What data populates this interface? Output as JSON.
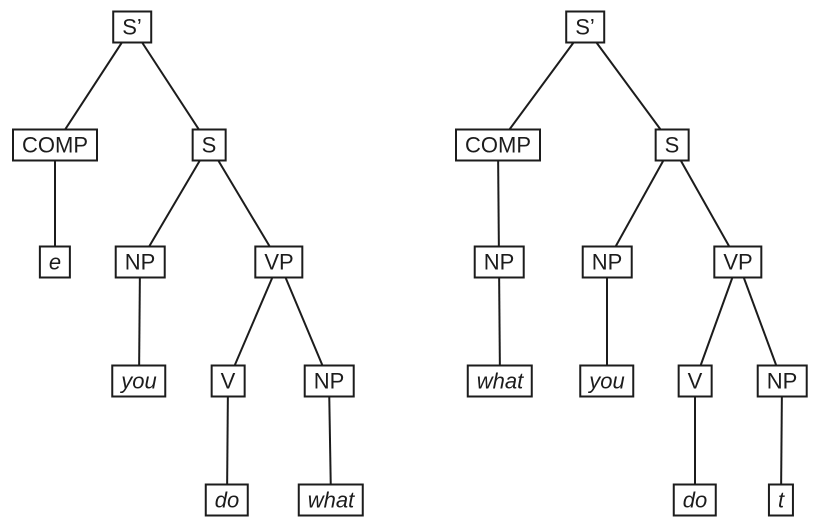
{
  "trees": [
    {
      "name": "left-tree",
      "nodes": [
        {
          "id": "s-bar",
          "label": "S’",
          "italic": false
        },
        {
          "id": "comp",
          "label": "COMP",
          "italic": false
        },
        {
          "id": "s",
          "label": "S",
          "italic": false
        },
        {
          "id": "e",
          "label": "e",
          "italic": true
        },
        {
          "id": "np-subject",
          "label": "NP",
          "italic": false
        },
        {
          "id": "vp",
          "label": "VP",
          "italic": false
        },
        {
          "id": "you",
          "label": "you",
          "italic": true
        },
        {
          "id": "v",
          "label": "V",
          "italic": false
        },
        {
          "id": "np-object",
          "label": "NP",
          "italic": false
        },
        {
          "id": "do",
          "label": "do",
          "italic": true
        },
        {
          "id": "what",
          "label": "what",
          "italic": true
        }
      ],
      "edges": [
        [
          "s-bar",
          "comp"
        ],
        [
          "s-bar",
          "s"
        ],
        [
          "comp",
          "e"
        ],
        [
          "s",
          "np-subject"
        ],
        [
          "s",
          "vp"
        ],
        [
          "np-subject",
          "you"
        ],
        [
          "vp",
          "v"
        ],
        [
          "vp",
          "np-object"
        ],
        [
          "v",
          "do"
        ],
        [
          "np-object",
          "what"
        ]
      ]
    },
    {
      "name": "right-tree",
      "nodes": [
        {
          "id": "s-bar",
          "label": "S’",
          "italic": false
        },
        {
          "id": "comp",
          "label": "COMP",
          "italic": false
        },
        {
          "id": "s",
          "label": "S",
          "italic": false
        },
        {
          "id": "np-comp",
          "label": "NP",
          "italic": false
        },
        {
          "id": "np-subject",
          "label": "NP",
          "italic": false
        },
        {
          "id": "vp",
          "label": "VP",
          "italic": false
        },
        {
          "id": "what",
          "label": "what",
          "italic": true
        },
        {
          "id": "you",
          "label": "you",
          "italic": true
        },
        {
          "id": "v",
          "label": "V",
          "italic": false
        },
        {
          "id": "np-object",
          "label": "NP",
          "italic": false
        },
        {
          "id": "do",
          "label": "do",
          "italic": true
        },
        {
          "id": "t",
          "label": "t",
          "italic": true
        }
      ],
      "edges": [
        [
          "s-bar",
          "comp"
        ],
        [
          "s-bar",
          "s"
        ],
        [
          "comp",
          "np-comp"
        ],
        [
          "s",
          "np-subject"
        ],
        [
          "s",
          "vp"
        ],
        [
          "np-comp",
          "what"
        ],
        [
          "np-subject",
          "you"
        ],
        [
          "vp",
          "v"
        ],
        [
          "vp",
          "np-object"
        ],
        [
          "v",
          "do"
        ],
        [
          "np-object",
          "t"
        ]
      ]
    }
  ]
}
